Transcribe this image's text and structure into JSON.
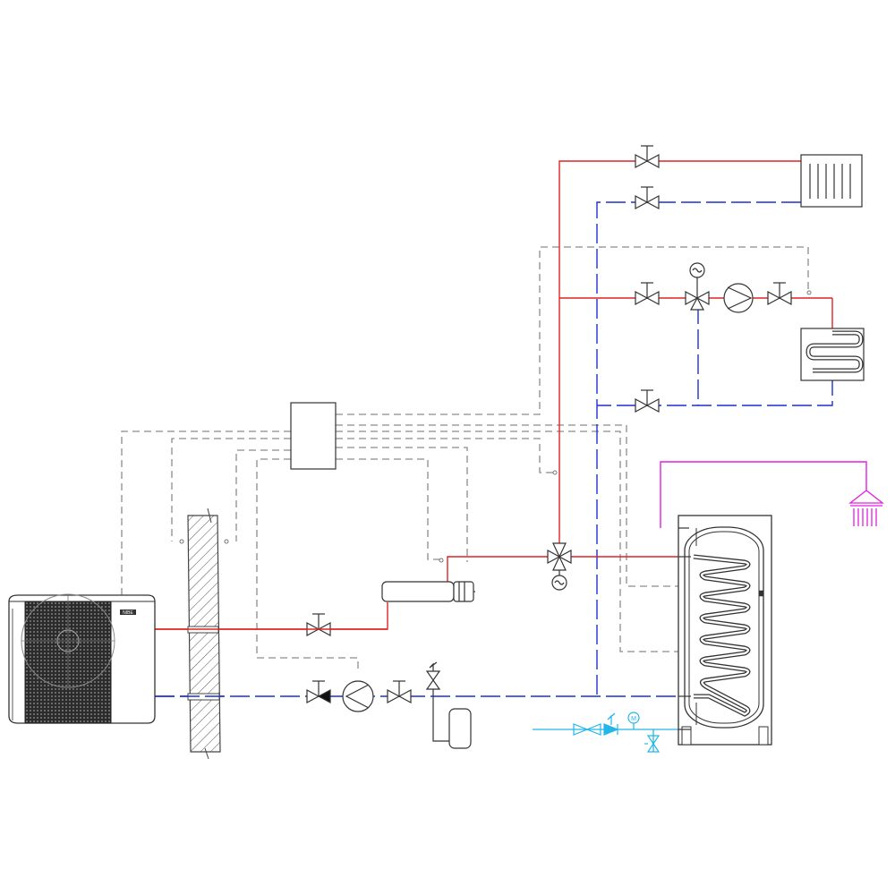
{
  "diagram": {
    "type": "hydraulic-schematic",
    "colors": {
      "supply": "#e02424",
      "return": "#1f2fd0",
      "signal": "#8c8c8c",
      "hot_water": "#e020e0",
      "cold_water": "#22b7e8",
      "equipment": "#333333",
      "wall_hatch": "#555555"
    },
    "unit_badge": "NIBE",
    "meter_label": "M"
  }
}
